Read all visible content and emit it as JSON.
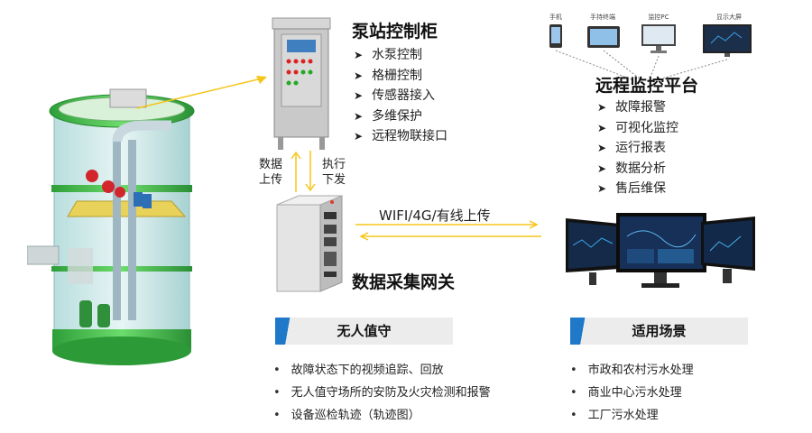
{
  "cabinet": {
    "title": "泵站控制柜",
    "features": [
      "水泵控制",
      "格栅控制",
      "传感器接入",
      "多维保护",
      "远程物联接口"
    ]
  },
  "gateway": {
    "title": "数据采集网关"
  },
  "link_labels": {
    "upload": "数据\n上传",
    "download": "执行\n下发",
    "network": "WIFI/4G/有线上传"
  },
  "platform": {
    "title": "远程监控平台",
    "devices": [
      "手机",
      "手持终端",
      "监控PC",
      "显示大屏"
    ],
    "features": [
      "故障报警",
      "可视化监控",
      "运行报表",
      "数据分析",
      "售后维保"
    ]
  },
  "unattended": {
    "title": "无人值守",
    "items": [
      "故障状态下的视频追踪、回放",
      "无人值守场所的安防及火灾检测和报警",
      "设备巡检轨迹（轨迹图）"
    ]
  },
  "scenarios": {
    "title": "适用场景",
    "items": [
      "市政和农村污水处理",
      "商业中心污水处理",
      "工厂污水处理"
    ]
  },
  "colors": {
    "accent": "#1f78c8",
    "arrow": "#f5c518",
    "tank_green": "#3fbf4a"
  }
}
